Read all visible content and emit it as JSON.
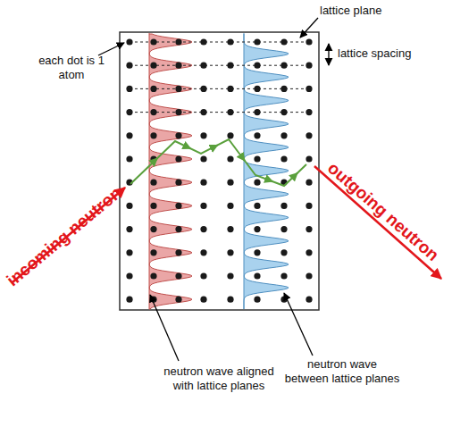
{
  "diagram": {
    "labels": [
      "lattice plane",
      "lattice spacing",
      "each dot is 1 atom",
      "incoming neutron",
      "outgoing neutron",
      "neutron wave aligned with lattice planes",
      "neutron wave between lattice planes"
    ]
  }
}
